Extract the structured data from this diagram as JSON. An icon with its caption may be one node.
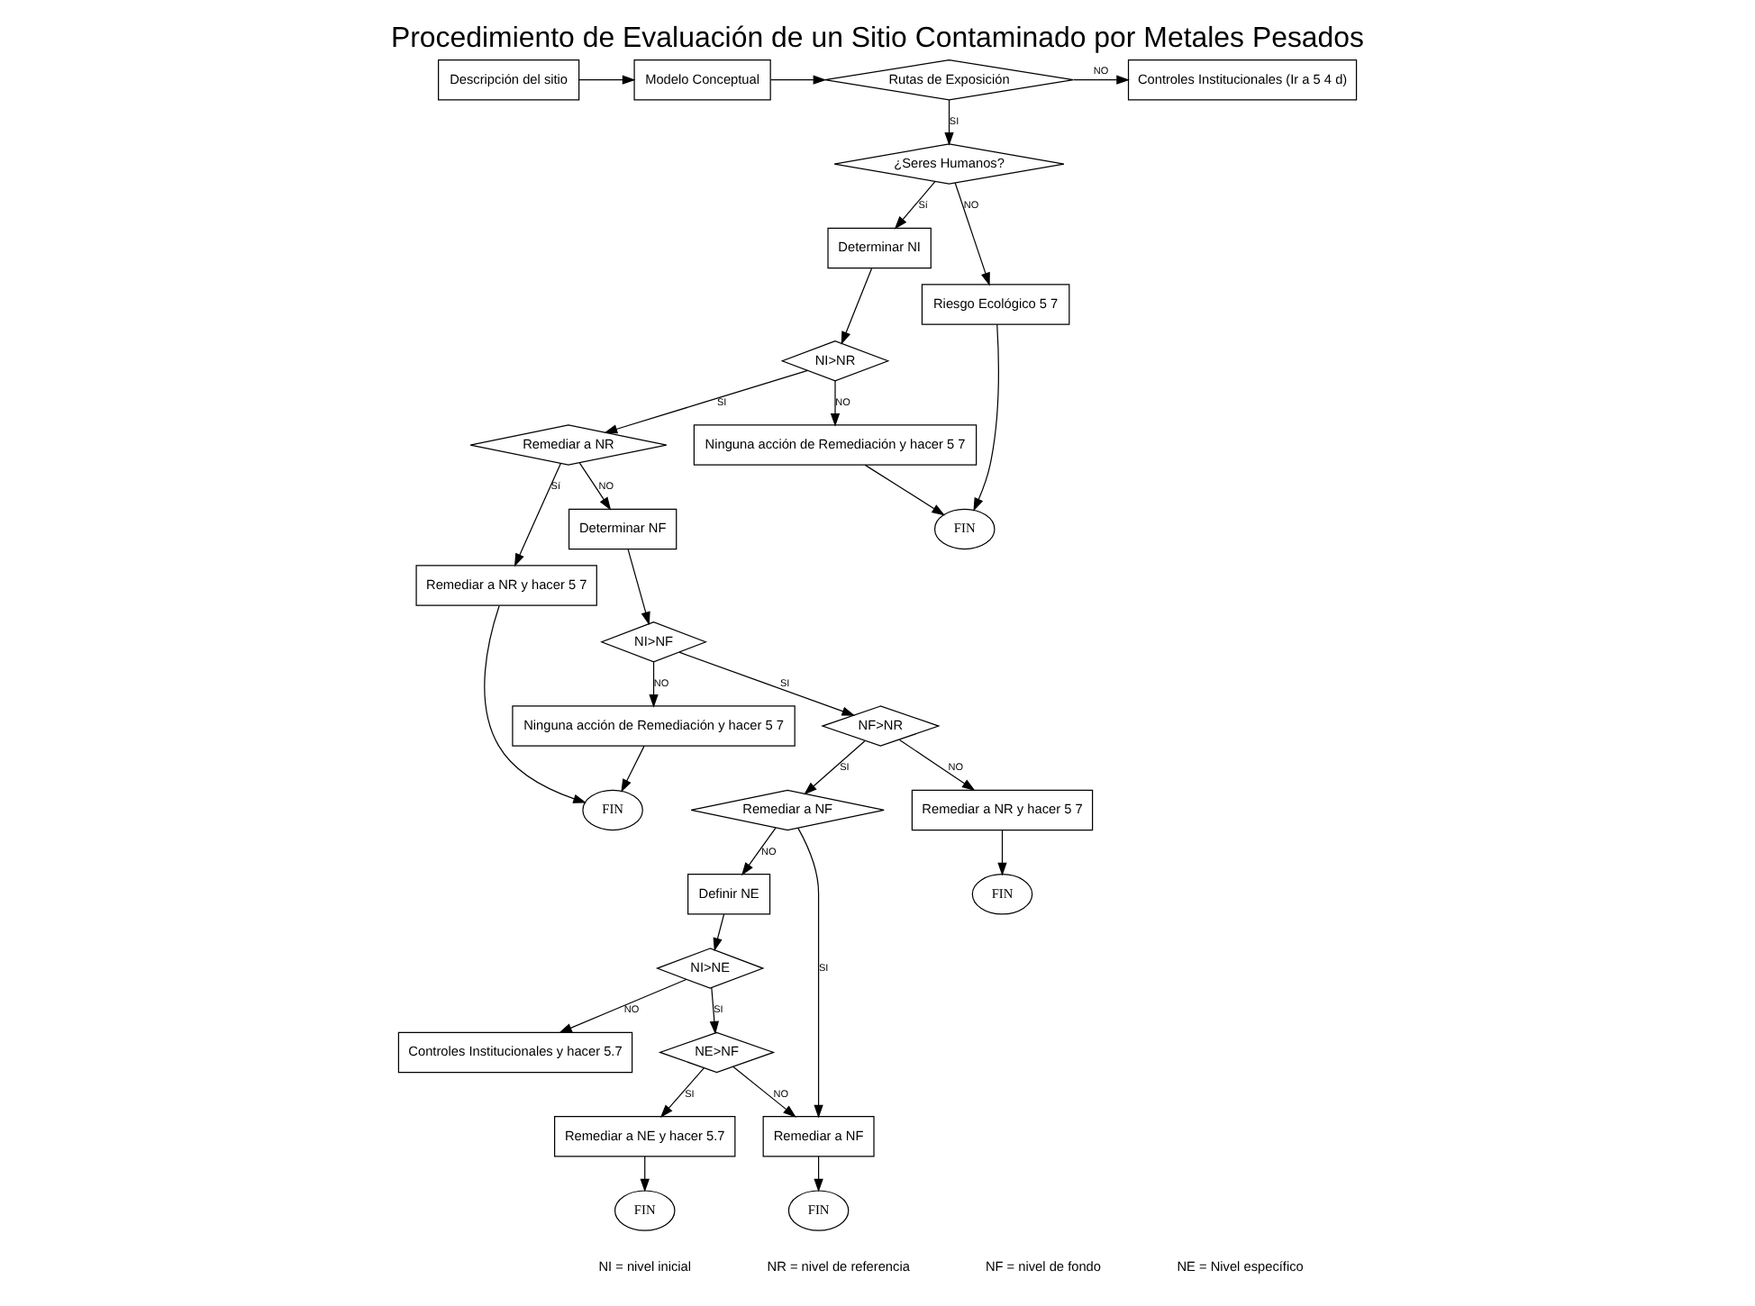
{
  "diagram": {
    "title": "Procedimiento de Evaluación de un Sitio Contaminado por Metales Pesados",
    "nodes": [
      {
        "text": [
          "Descripción del sitio"
        ]
      },
      {
        "text": [
          "Modelo Conceptual"
        ]
      },
      {
        "text": [
          "Rutas de Exposición"
        ]
      },
      {
        "text": [
          "Controles Institucionales (Ir a 5 4 d)"
        ]
      },
      {
        "text": [
          "¿Seres Humanos?"
        ]
      },
      {
        "text": [
          "Determinar NI"
        ]
      },
      {
        "text": [
          "NI>NR"
        ]
      },
      {
        "text": [
          "Remediar a NR"
        ]
      },
      {
        "text": [
          "Remediar a NR y hacer 5 7"
        ]
      },
      {
        "text": [
          "FIN"
        ]
      },
      {
        "text": [
          "Riesgo Ecológico 5 7"
        ]
      },
      {
        "text": [
          "FIN"
        ]
      },
      {
        "text": [
          "Ninguna acción de Remediación y hacer 5 7"
        ]
      },
      {
        "text": [
          "Determinar NF"
        ]
      },
      {
        "text": [
          "NI>NF"
        ]
      },
      {
        "text": [
          "Ninguna acción de Remediación y hacer 5 7"
        ]
      },
      {
        "text": [
          "Controles Institucionales y hacer 5.7"
        ]
      },
      {
        "text": [
          "NI>NE"
        ]
      },
      {
        "text": [
          "Definir NE"
        ]
      },
      {
        "text": [
          "Remediar a NF"
        ]
      },
      {
        "text": [
          "NF>NR"
        ]
      },
      {
        "text": [
          "Remediar a NR y hacer 5 7"
        ]
      },
      {
        "text": [
          "Remediar a NE y hacer 5.7"
        ]
      },
      {
        "text": [
          "NE>NF"
        ]
      },
      {
        "text": [
          "Remediar a NF"
        ]
      },
      {
        "text": [
          "FIN"
        ]
      },
      {
        "text": [
          "FIN"
        ]
      },
      {
        "text": [
          "FIN"
        ]
      }
    ],
    "edges": [
      {
        "from": 0,
        "to": 1,
        "arrow": "to"
      },
      {
        "from": 1,
        "to": 2,
        "arrow": "to"
      },
      {
        "from": 2,
        "to": 3,
        "arrow": "to",
        "label": "NO"
      },
      {
        "from": 2,
        "to": 4,
        "arrow": "to",
        "label": "SI"
      },
      {
        "from": 4,
        "to": 5,
        "arrow": "to",
        "label": "Sí"
      },
      {
        "from": 4,
        "to": 10,
        "arrow": "to",
        "label": "NO"
      },
      {
        "from": 5,
        "to": 6,
        "arrow": "to"
      },
      {
        "from": 6,
        "to": 7,
        "arrow": "to",
        "label": "SI"
      },
      {
        "from": 6,
        "to": 12,
        "arrow": "to",
        "label": "NO"
      },
      {
        "from": 7,
        "to": 8,
        "arrow": "to",
        "label": "Sí"
      },
      {
        "from": 7,
        "to": 13,
        "arrow": "to",
        "label": "NO"
      },
      {
        "from": 8,
        "to": 9,
        "arrow": "to"
      },
      {
        "from": 10,
        "to": 11,
        "arrow": "to"
      },
      {
        "from": 12,
        "to": 11,
        "arrow": "to"
      },
      {
        "from": 13,
        "to": 14,
        "arrow": "to"
      },
      {
        "from": 14,
        "to": 15,
        "arrow": "to",
        "label": "NO"
      },
      {
        "from": 15,
        "to": 9,
        "arrow": "to"
      },
      {
        "from": 14,
        "to": 20,
        "arrow": "to",
        "label": "SI"
      },
      {
        "from": 20,
        "to": 19,
        "arrow": "to",
        "label": "SI"
      },
      {
        "from": 20,
        "to": 21,
        "arrow": "to",
        "label": "NO"
      },
      {
        "from": 19,
        "to": 18,
        "arrow": "to",
        "label": "NO"
      },
      {
        "from": 19,
        "to": 24,
        "arrow": "to",
        "label": "SI"
      },
      {
        "from": 18,
        "to": 17,
        "arrow": "to"
      },
      {
        "from": 17,
        "to": 16,
        "arrow": "to",
        "label": "NO"
      },
      {
        "from": 17,
        "to": 23,
        "arrow": "to",
        "label": "SI"
      },
      {
        "from": 23,
        "to": 22,
        "arrow": "to",
        "label": "SI"
      },
      {
        "from": 23,
        "to": 24,
        "arrow": "to",
        "label": "NO"
      },
      {
        "from": 24,
        "to": 25,
        "arrow": "to"
      },
      {
        "from": 21,
        "to": 26,
        "arrow": "to"
      },
      {
        "from": 22,
        "to": 27,
        "arrow": "to"
      }
    ],
    "labels": [
      "NI = nivel inicial",
      "NR = nivel de referencia",
      "NF = nivel de fondo",
      "NE = Nivel específico"
    ]
  }
}
